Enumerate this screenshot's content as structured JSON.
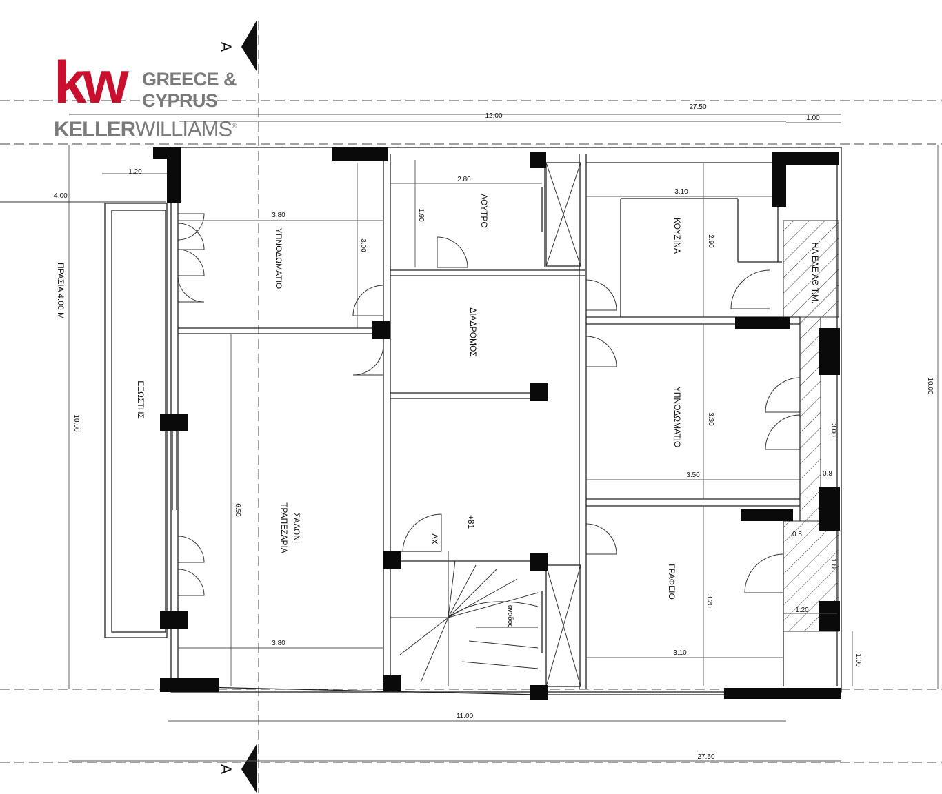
{
  "logo": {
    "mark": "kw",
    "region_line1": "GREECE &",
    "region_line2": "CYPRUS",
    "brand_bold": "KELLER",
    "brand_light": "WILLIAMS",
    "registered": "®",
    "mark_color": "#c8102e",
    "text_color": "#7a7a7a"
  },
  "rooms": {
    "bedroom_west": "ΥΠΝΟΔΩΜΑΤΙΟ",
    "bathroom": "ΛΟΥΤΡΟ",
    "kitchen": "ΚΟΥΖΙΝΑ",
    "corridor": "ΔΙΑΔΡΟΜΟΣ",
    "bedroom_east": "ΥΠΝΟΔΩΜΑΤΙΟ",
    "living_line1": "ΣΑΛΟΝΙ",
    "living_line2": "ΤΡΑΠΕΖΑΡΙΑ",
    "office": "ΓΡΑΦΕΙΟ",
    "balcony": "ΕΞΩΣΤΗΣ",
    "frontage": "ΠΡΑΣΙΑ 4.00 Μ",
    "light_shaft": "ΗΛ ΕΛΕ ΑΘ Τ.Μ.",
    "stair_up": "+81",
    "stair_label": "ανοδος",
    "stair_note": "ΔΧ"
  },
  "section_marks": {
    "top": "Α",
    "bottom": "Α"
  },
  "dimensions": {
    "plot_width_top": "27.50",
    "building_top": "12.00",
    "offset_right_top": "1.00",
    "balcony_offset": "1.20",
    "setback_left": "4.00",
    "bath_width": "2.80",
    "bath_depth": "1.90",
    "kitchen_width": "3.10",
    "bedroom_w_width": "3.80",
    "bedroom_w_depth": "3.00",
    "kitchen_depth": "2.90",
    "plot_depth_left": "10.00",
    "plot_depth_right": "10.00",
    "bedroom_e_depth": "3.30",
    "bedroom_e_width": "3.50",
    "shaft_depth": "3.00",
    "shaft_small": "0.8",
    "living_depth": "6.50",
    "office_small": "0.8",
    "office_strip": "1.80",
    "office_depth": "3.20",
    "office_offset": "1.20",
    "living_width": "3.80",
    "office_width": "3.10",
    "offset_right_bottom": "1.00",
    "building_bottom": "11.00",
    "plot_width_bottom": "27.50"
  }
}
